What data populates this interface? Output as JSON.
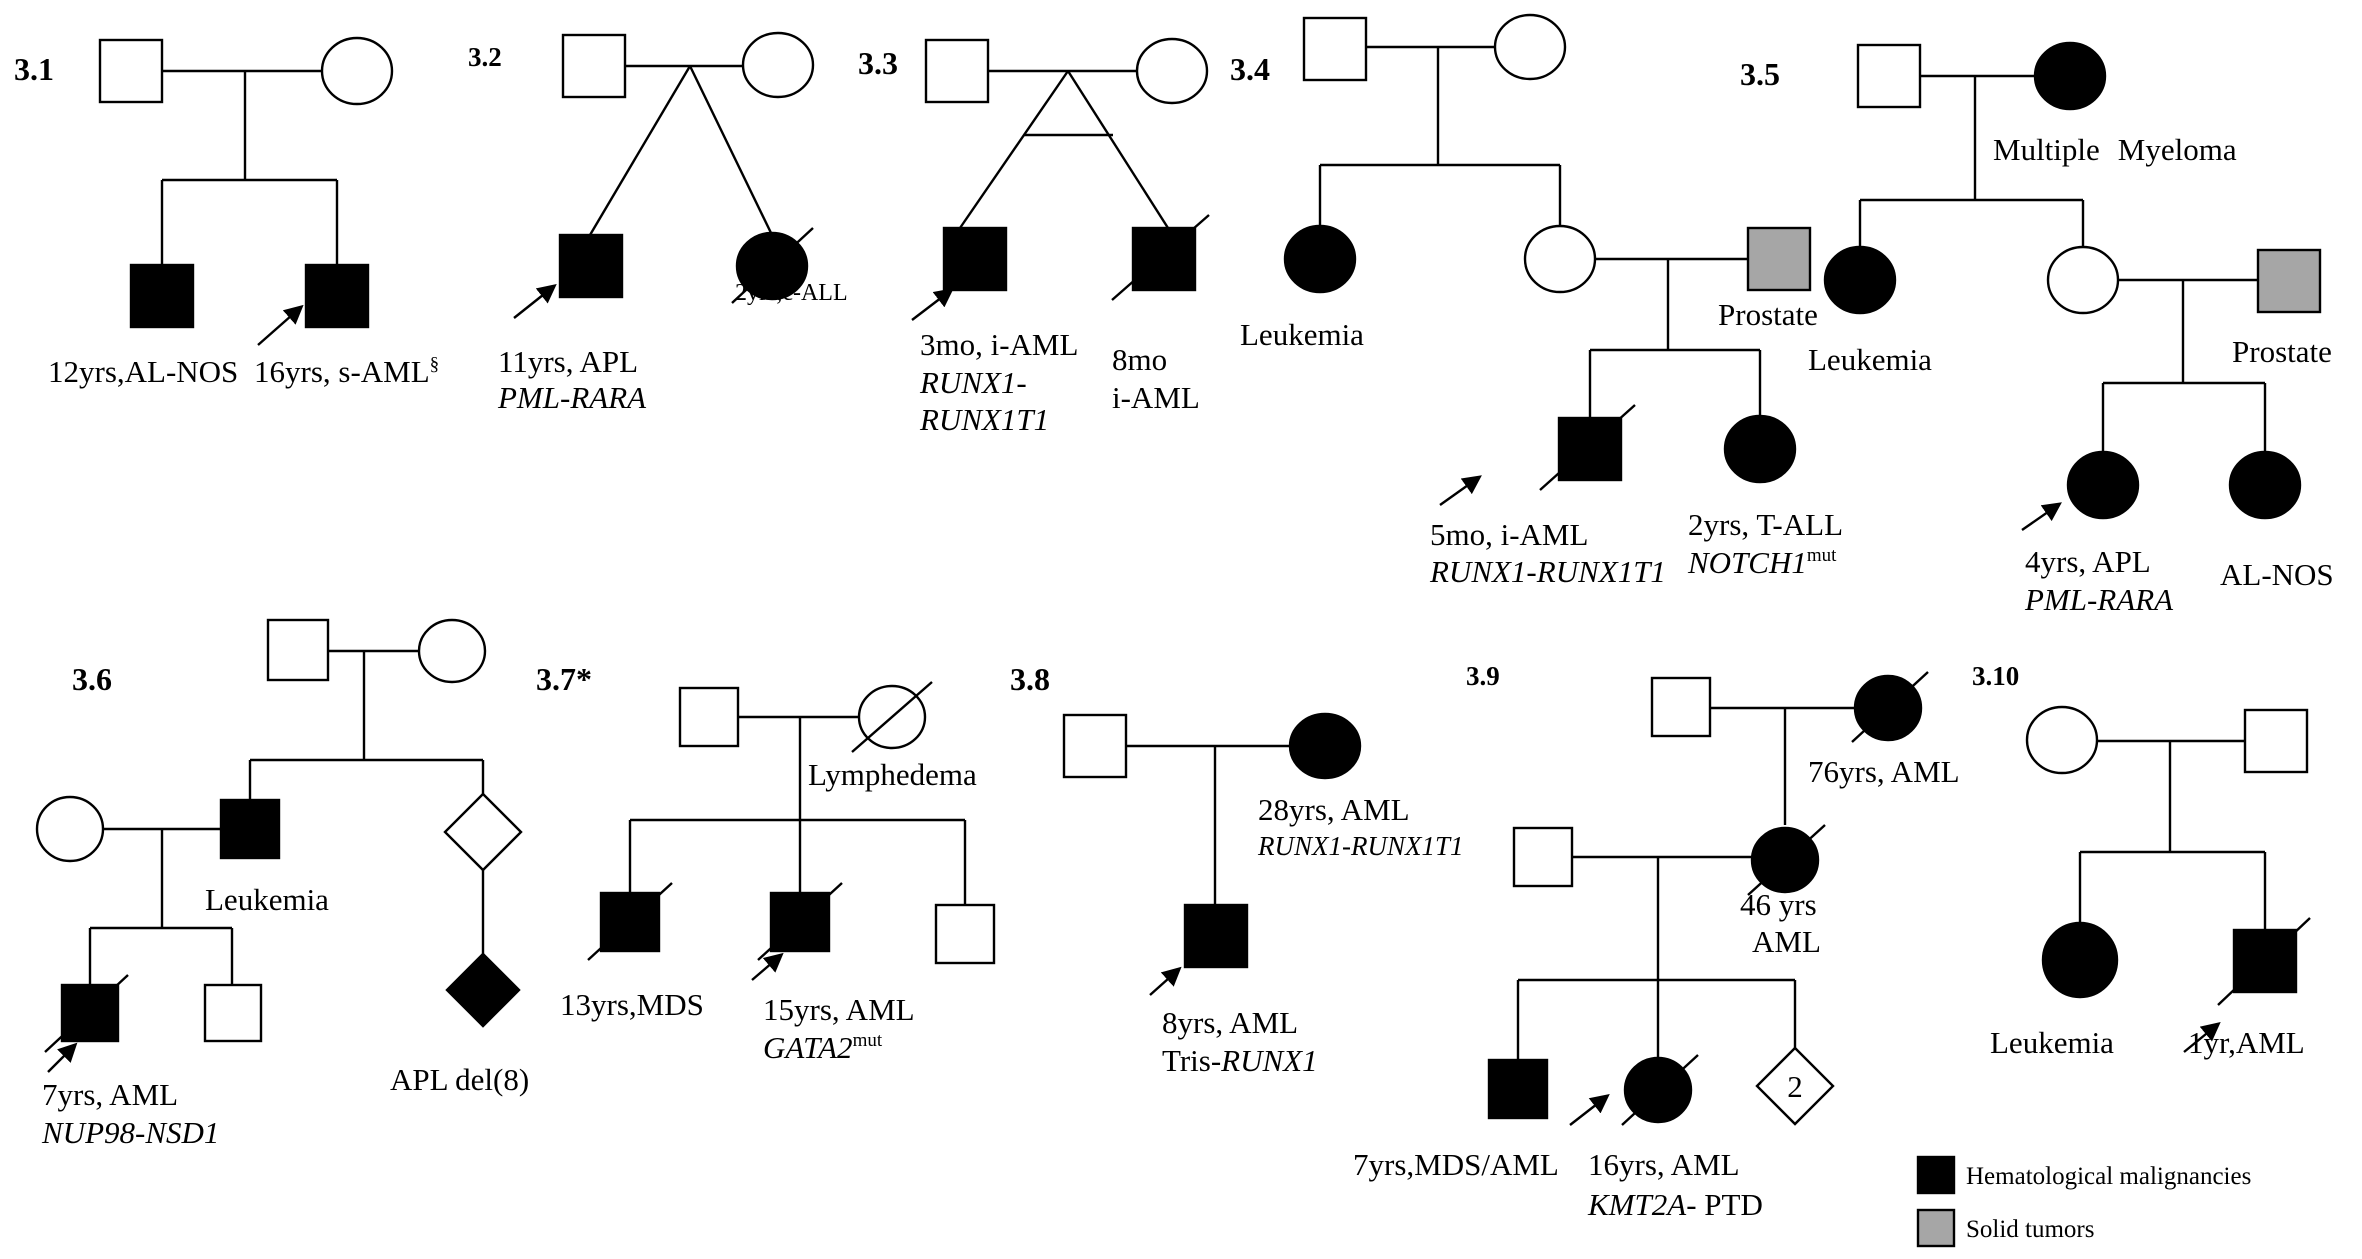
{
  "legend": {
    "hematological": "Hematological malignancies",
    "solid": "Solid tumors",
    "colors": {
      "hematological": "#000000",
      "solid": "#a6a6a6"
    }
  },
  "pedigrees": {
    "p1": {
      "id": "3.1",
      "a1": "12yrs,AL-NOS",
      "a2": "16yrs, s-AML",
      "a2_sup": "§"
    },
    "p2": {
      "id": "3.2",
      "a1": "11yrs, APL",
      "a1_gene": "PML-RARA",
      "a2": "2yrs,c-ALL"
    },
    "p3": {
      "id": "3.3",
      "a1": "3mo, i-AML",
      "a1_gene1": "RUNX1-",
      "a1_gene2": "RUNX1T1",
      "a2_l1": "8mo",
      "a2_l2": "i-AML"
    },
    "p4": {
      "id": "3.4",
      "leuk": "Leukemia",
      "prostate": "Prostate",
      "a1": "5mo, i-AML",
      "a1_gene": "RUNX1-RUNX1T1",
      "a2": "2yrs, T-ALL",
      "a2_gene": "NOTCH1",
      "a2_sup": "mut"
    },
    "p5": {
      "id": "3.5",
      "mm1": "Multiple",
      "mm2": "Myeloma",
      "leuk": "Leukemia",
      "prostate": "Prostate",
      "a1": "4yrs, APL",
      "a1_gene": "PML-RARA",
      "a2": "AL-NOS"
    },
    "p6": {
      "id": "3.6",
      "leuk": "Leukemia",
      "a1": "7yrs, AML",
      "a1_gene": "NUP98-NSD1",
      "a2": "APL del(8)"
    },
    "p7": {
      "id": "3.7*",
      "lymph": "Lymphedema",
      "a1": "13yrs,MDS",
      "a2": "15yrs, AML",
      "a2_gene": "GATA2",
      "a2_sup": "mut"
    },
    "p8": {
      "id": "3.8",
      "mother": "28yrs, AML",
      "mother_gene": "RUNX1-RUNX1T1",
      "a1": "8yrs, AML",
      "a1_gene_prefix": "Tris-",
      "a1_gene": "RUNX1"
    },
    "p9": {
      "id": "3.9",
      "gm": "76yrs, AML",
      "m1": "46 yrs",
      "m2": "AML",
      "diamond_count": "2",
      "a1": "7yrs,MDS/AML",
      "a2": "16yrs, AML",
      "a2_gene": "KMT2A",
      "a2_suffix": "- PTD"
    },
    "p10": {
      "id": "3.10",
      "leuk": "Leukemia",
      "a1": "1yr,AML"
    }
  }
}
